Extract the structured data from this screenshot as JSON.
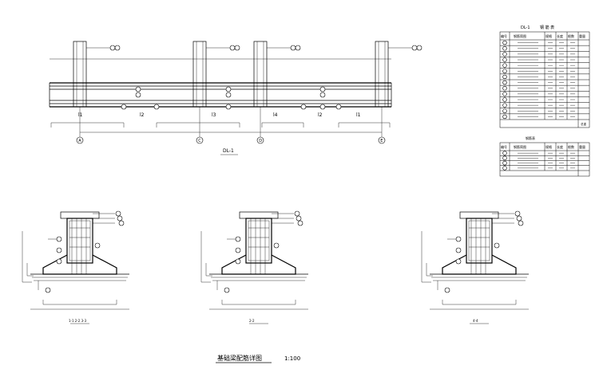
{
  "elevation": {
    "title": "DL-1",
    "axes": [
      "A",
      "C",
      "D",
      "E"
    ],
    "spans": [
      "l1",
      "l2",
      "l3",
      "l4",
      "l2",
      "l1"
    ]
  },
  "table_main": {
    "title": "DL-1",
    "title_suffix": "钢 筋 表",
    "headers": [
      "编号",
      "钢筋简图",
      "规格",
      "长度",
      "根数",
      "重量"
    ],
    "row_count": 14,
    "footer": "总重"
  },
  "table_secondary": {
    "title": "钢筋表",
    "headers": [
      "编号",
      "钢筋简图",
      "规格",
      "长度",
      "根数",
      "重量"
    ],
    "row_count": 4
  },
  "sections": [
    {
      "label": "1-1  2-2  3-3"
    },
    {
      "label": "2-2"
    },
    {
      "label": "4-4"
    }
  ],
  "drawing": {
    "title": "基础梁配筋详图",
    "scale": "1:100"
  }
}
